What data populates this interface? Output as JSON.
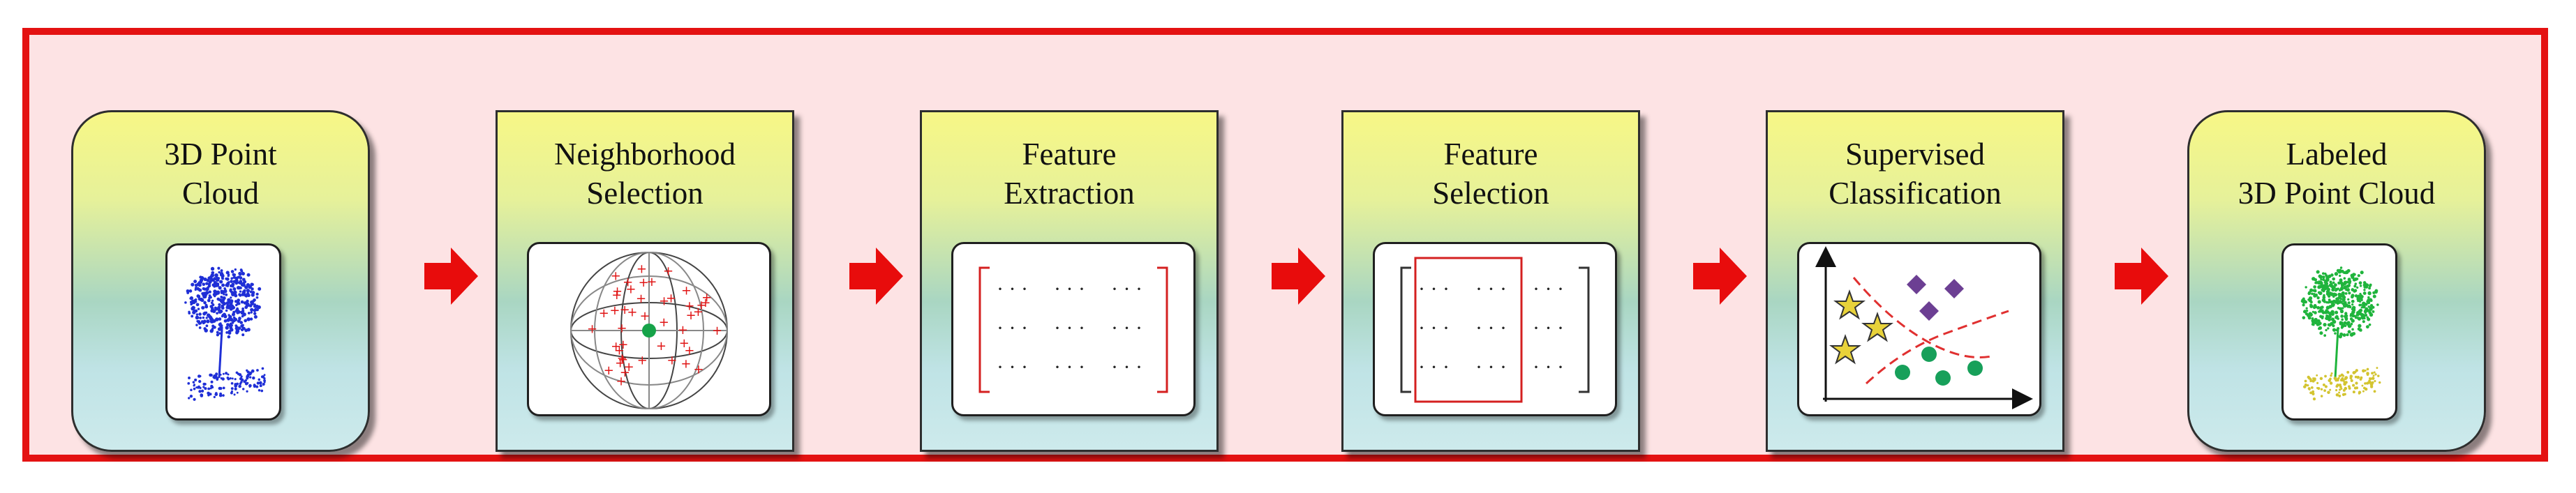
{
  "stages": [
    {
      "label_lines": [
        "3D Point",
        "Cloud"
      ],
      "icon": "blue-tree-point-cloud"
    },
    {
      "label_lines": [
        "Neighborhood",
        "Selection"
      ],
      "icon": "sphere-neighborhood"
    },
    {
      "label_lines": [
        "Feature",
        "Extraction"
      ],
      "icon": "feature-matrix"
    },
    {
      "label_lines": [
        "Feature",
        "Selection"
      ],
      "icon": "feature-matrix-selection"
    },
    {
      "label_lines": [
        "Supervised",
        "Classification"
      ],
      "icon": "scatter-classification"
    },
    {
      "label_lines": [
        "Labeled",
        "3D Point Cloud"
      ],
      "icon": "green-tree-point-cloud"
    }
  ],
  "matrix": {
    "cell": "· · ·"
  },
  "colors": {
    "frame": "#e41212",
    "frame_fill": "#fde3e4",
    "arrow": "#e80c0c",
    "raw_points": "#1f2fd6",
    "labeled_canopy": "#1fb43c",
    "labeled_ground": "#d3c430"
  }
}
